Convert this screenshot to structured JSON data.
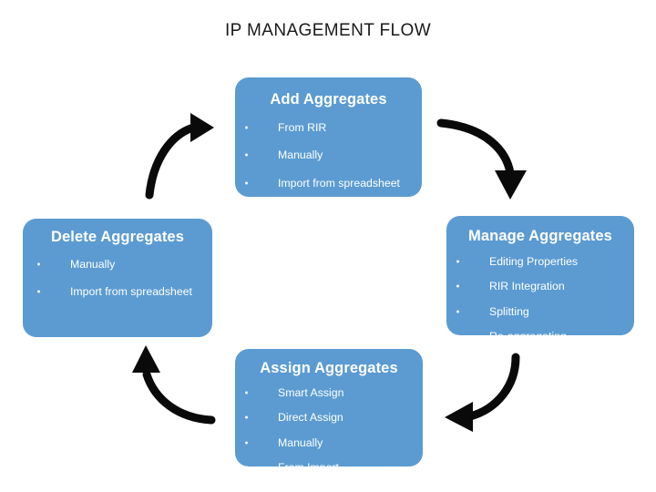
{
  "diagram": {
    "title": "IP MANAGEMENT FLOW",
    "background_color": "#FFFFFF",
    "node_fill_color": "#5B9BD1",
    "node_text_color": "#FFFFFF",
    "arrow_color": "#000000",
    "nodes": [
      {
        "id": "add",
        "title": "Add Aggregates",
        "items": [
          "From RIR",
          "Manually",
          "Import from spreadsheet"
        ]
      },
      {
        "id": "manage",
        "title": "Manage Aggregates",
        "items": [
          "Editing Properties",
          "RIR Integration",
          "Splitting",
          "Re-aggregating"
        ]
      },
      {
        "id": "assign",
        "title": "Assign Aggregates",
        "items": [
          "Smart Assign",
          "Direct Assign",
          "Manually",
          "From Import"
        ]
      },
      {
        "id": "delete",
        "title": "Delete Aggregates",
        "items": [
          "Manually",
          "Import from spreadsheet"
        ]
      }
    ],
    "arrows": [
      {
        "id": "add-to-manage",
        "from": "add",
        "to": "manage",
        "direction": "down"
      },
      {
        "id": "manage-to-assign",
        "from": "manage",
        "to": "assign",
        "direction": "left"
      },
      {
        "id": "assign-to-delete",
        "from": "assign",
        "to": "delete",
        "direction": "up"
      },
      {
        "id": "delete-to-add",
        "from": "delete",
        "to": "add",
        "direction": "right"
      }
    ]
  }
}
